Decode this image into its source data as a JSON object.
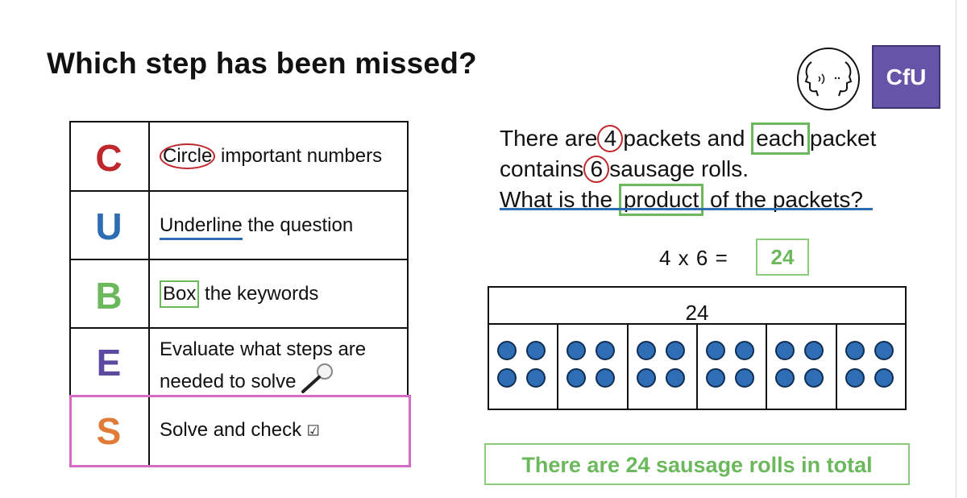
{
  "title": "Which step has been missed?",
  "cfu_label": "CfU",
  "icons": {
    "talk": "talking-heads-icon",
    "magnifier": "magnifying-glass-icon",
    "checkbox": "checkbox-icon"
  },
  "colors": {
    "c": "#c0272d",
    "u": "#2e6db3",
    "b": "#6cb85c",
    "e": "#5b4aa0",
    "s": "#e07b39",
    "s_highlight": "#d66bc5",
    "cfu_bg": "#6554a8",
    "answer_green": "#6cb85c",
    "dot_blue": "#2f6db5"
  },
  "cubes": {
    "rows": [
      {
        "letter": "C",
        "word": "Circle",
        "rest": " important numbers"
      },
      {
        "letter": "U",
        "word": "Underline",
        "rest": " the question"
      },
      {
        "letter": "B",
        "word": "Box",
        "rest": " the keywords"
      },
      {
        "letter": "E",
        "line1": "Evaluate what steps are",
        "line2": "needed to solve"
      },
      {
        "letter": "S",
        "text": "Solve and check",
        "check_glyph": "☑"
      }
    ]
  },
  "problem": {
    "l1_a": "There are",
    "l1_num": "4",
    "l1_b": "packets and",
    "l1_kw": "each",
    "l1_c": "packet",
    "l2_a": "contains",
    "l2_num": "6",
    "l2_b": "sausage rolls.",
    "l3_a": "What is the ",
    "l3_kw": "product",
    "l3_b": " of the packets?"
  },
  "equation": "4  x 6 =",
  "equation_answer": "24",
  "bar_model": {
    "total_label": "24",
    "groups": 6,
    "dots_per_group": 4
  },
  "answer_statement": "There are 24 sausage rolls in total"
}
